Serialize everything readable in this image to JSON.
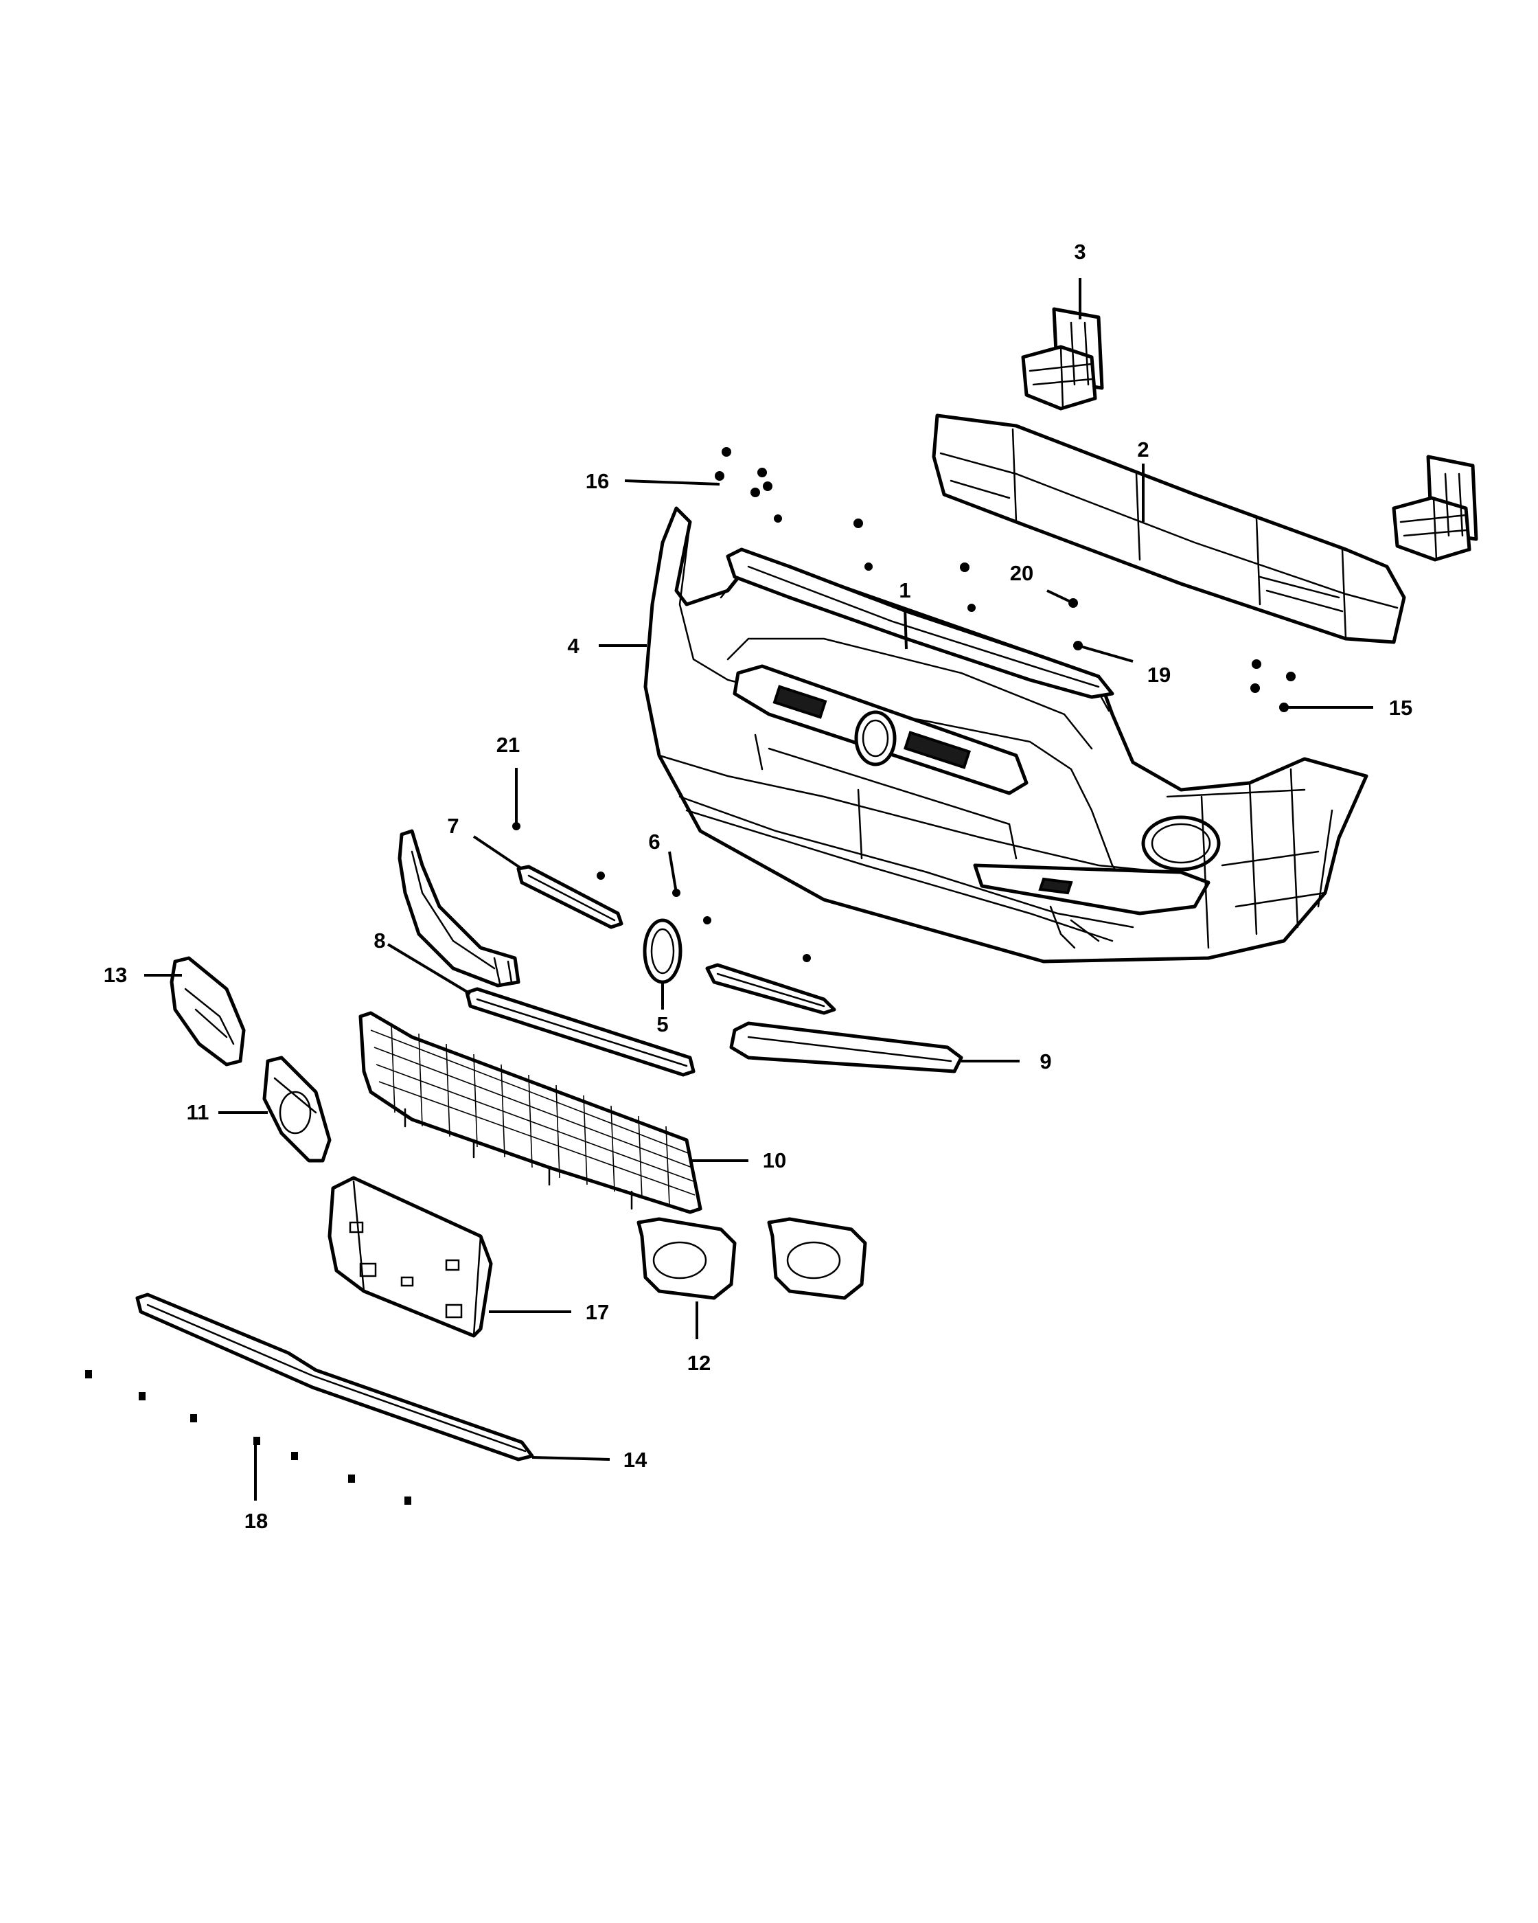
{
  "diagram": {
    "callouts": [
      {
        "id": "c1",
        "label": "1"
      },
      {
        "id": "c2",
        "label": "2"
      },
      {
        "id": "c3",
        "label": "3"
      },
      {
        "id": "c4",
        "label": "4"
      },
      {
        "id": "c5",
        "label": "5"
      },
      {
        "id": "c6",
        "label": "6"
      },
      {
        "id": "c7",
        "label": "7"
      },
      {
        "id": "c8",
        "label": "8"
      },
      {
        "id": "c9",
        "label": "9"
      },
      {
        "id": "c10",
        "label": "10"
      },
      {
        "id": "c11",
        "label": "11"
      },
      {
        "id": "c12",
        "label": "12"
      },
      {
        "id": "c13",
        "label": "13"
      },
      {
        "id": "c14",
        "label": "14"
      },
      {
        "id": "c15",
        "label": "15"
      },
      {
        "id": "c16",
        "label": "16"
      },
      {
        "id": "c17",
        "label": "17"
      },
      {
        "id": "c18",
        "label": "18"
      },
      {
        "id": "c19",
        "label": "19"
      },
      {
        "id": "c20",
        "label": "20"
      },
      {
        "id": "c21",
        "label": "21"
      }
    ],
    "colors": {
      "line": "#000000",
      "background": "#ffffff"
    }
  }
}
